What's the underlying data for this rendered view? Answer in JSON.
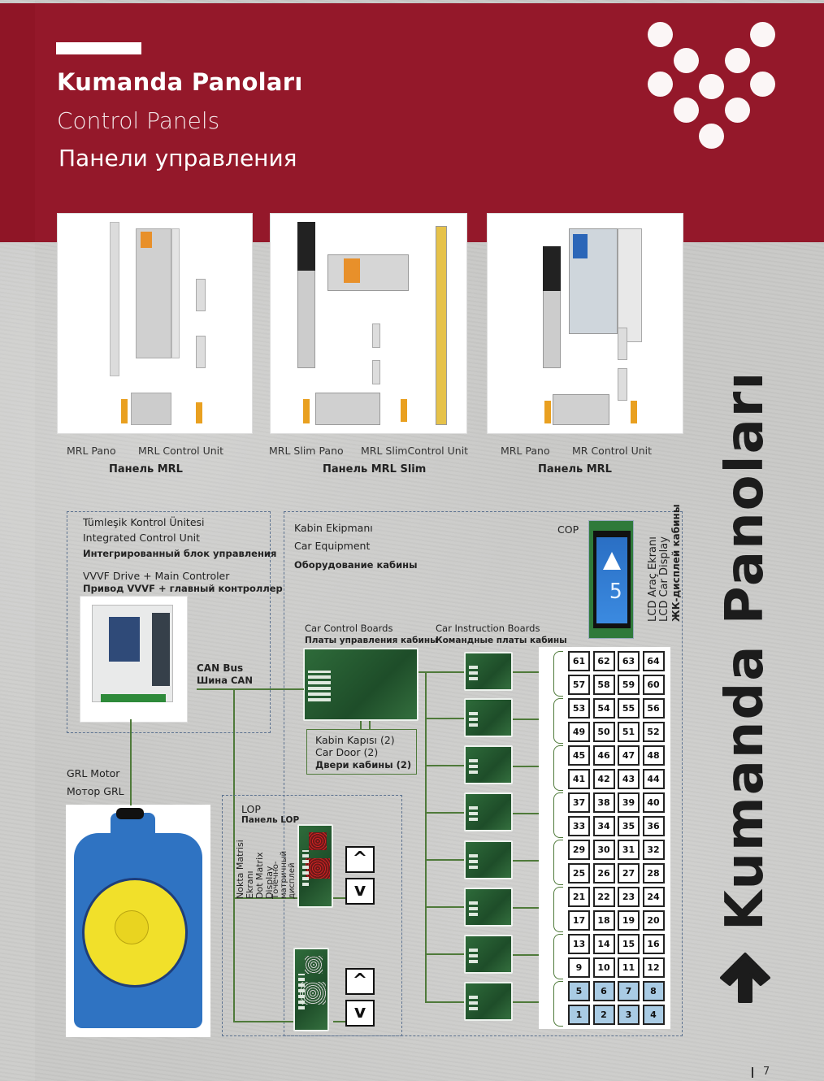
{
  "header": {
    "title_tr": "Kumanda Panoları",
    "title_en": "Control Panels",
    "title_ru": "Панели управления",
    "brand_color": "#94182a"
  },
  "products": [
    {
      "name_left": "MRL Pano",
      "name_right": "MRL Control Unit",
      "name_ru": "Панель MRL"
    },
    {
      "name_left": "MRL Slim Pano",
      "name_right": "MRL SlimControl Unit",
      "name_ru": "Панель MRL Slim"
    },
    {
      "name_left": "MRL Pano",
      "name_right": "MR Control Unit",
      "name_ru": "Панель MRL"
    }
  ],
  "integrated": {
    "title_tr": "Tümleşik Kontrol Ünitesi",
    "title_en": "Integrated Control Unit",
    "title_ru": "Интегрированный блок управления",
    "drive_en": "VVVF Drive + Main Controler",
    "drive_ru": "Привод VVVF + главный контроллер"
  },
  "can_bus": {
    "en": "CAN Bus",
    "ru": "Шина CAN"
  },
  "motor": {
    "en": "GRL Motor",
    "ru": "Мотор GRL"
  },
  "car_equipment": {
    "title_tr": "Kabin Ekipmanı",
    "title_en": "Car Equipment",
    "title_ru": "Оборудование кабины",
    "cop": "COP",
    "lcd_tr": "LCD Araç Ekranı",
    "lcd_en": "LCD Car Display",
    "lcd_ru": "ЖК-дисплей кабины",
    "lcd_floor": "5",
    "ccb_en": "Car Control Boards",
    "ccb_ru": "Платы управления кабины",
    "cib_en": "Car Instruction Boards",
    "cib_ru": "Командные платы кабины",
    "door_tr": "Kabin Kapısı (2)",
    "door_en": "Car Door (2)",
    "door_ru": "Двери кабины (2)"
  },
  "lop": {
    "title": "LOP",
    "title_ru": "Панель LOP",
    "dm_tr_1": "Nokta Matrisi",
    "dm_tr_2": "Ekranı",
    "dm_en_1": "Dot Matrix",
    "dm_en_2": "Display",
    "dm_ru_1": "Точечно-",
    "dm_ru_2": "матричный",
    "dm_ru_3": "дисплей",
    "up": "^",
    "down": "v"
  },
  "floor_grid": {
    "rows": [
      [
        "61",
        "62",
        "63",
        "64"
      ],
      [
        "57",
        "58",
        "59",
        "60"
      ],
      [
        "53",
        "54",
        "55",
        "56"
      ],
      [
        "49",
        "50",
        "51",
        "52"
      ],
      [
        "45",
        "46",
        "47",
        "48"
      ],
      [
        "41",
        "42",
        "43",
        "44"
      ],
      [
        "37",
        "38",
        "39",
        "40"
      ],
      [
        "33",
        "34",
        "35",
        "36"
      ],
      [
        "29",
        "30",
        "31",
        "32"
      ],
      [
        "25",
        "26",
        "27",
        "28"
      ],
      [
        "21",
        "22",
        "23",
        "24"
      ],
      [
        "17",
        "18",
        "19",
        "20"
      ],
      [
        "13",
        "14",
        "15",
        "16"
      ],
      [
        "9",
        "10",
        "11",
        "12"
      ],
      [
        "5",
        "6",
        "7",
        "8"
      ],
      [
        "1",
        "2",
        "3",
        "4"
      ]
    ],
    "highlight_color": "#a9cbe4"
  },
  "side_title": "Kumanda Panoları",
  "page_number": "7"
}
